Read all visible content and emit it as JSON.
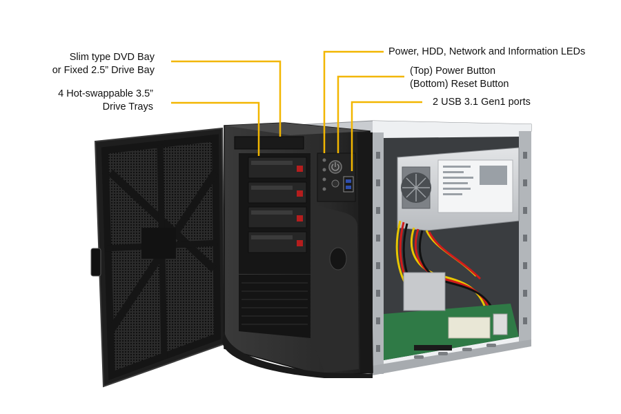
{
  "callouts": {
    "dvd_bay": {
      "line1": "Slim type  DVD Bay",
      "line2": "or Fixed 2.5” Drive Bay"
    },
    "drive_trays": {
      "line1": "4 Hot-swappable  3.5”",
      "line2": "Drive Trays"
    },
    "leds": {
      "line1": "Power, HDD, Network and Information  LEDs"
    },
    "buttons": {
      "line1": "(Top) Power Button",
      "line2": "(Bottom) Reset Button"
    },
    "usb": {
      "line1": "2 USB 3.1 Gen1 ports"
    }
  },
  "colors": {
    "leader": "#f2b600",
    "chassis": "#2a2a2a",
    "mesh": "#1b1b1b",
    "frame": "#9a9ea3"
  }
}
